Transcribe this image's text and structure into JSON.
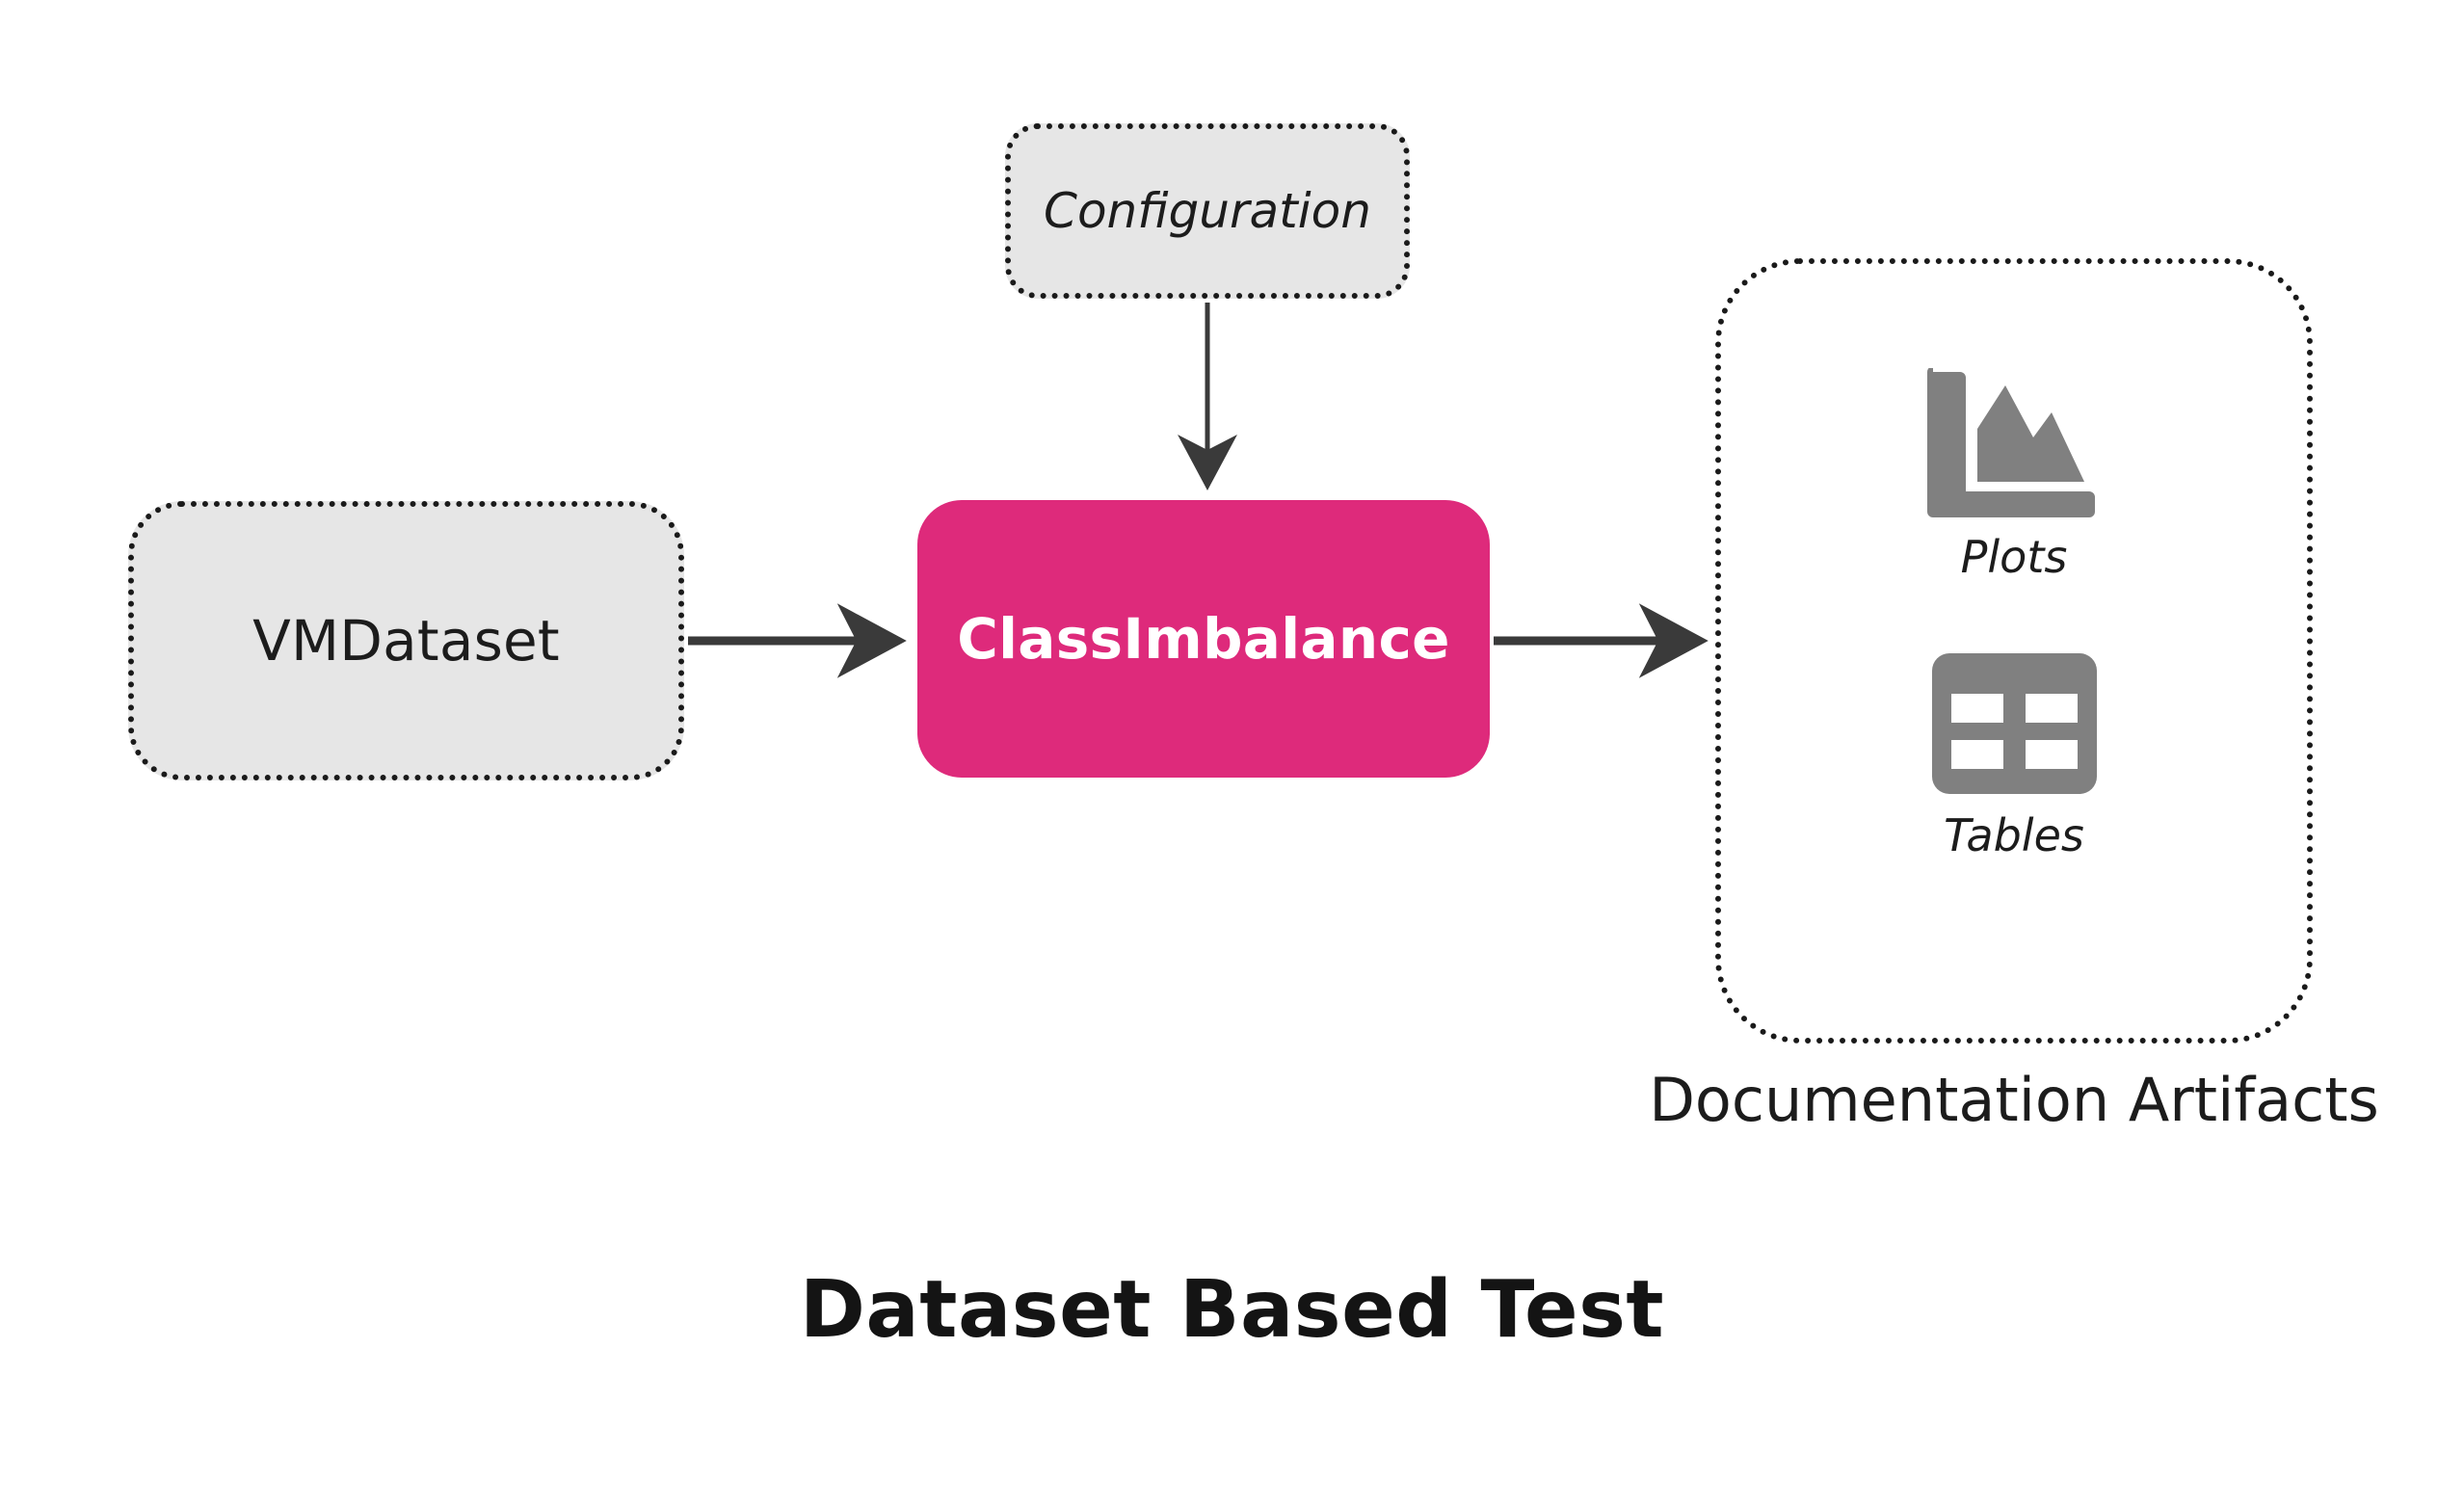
{
  "diagram": {
    "title": "Dataset Based Test",
    "type": "flow-diagram",
    "background_color": "#ffffff"
  },
  "nodes": {
    "input": {
      "label": "VMDataset",
      "style": "dotted-gray",
      "fill_color": "#e6e6e6",
      "border_color": "#1a1a1a",
      "text_color": "#1c1c1c"
    },
    "configuration": {
      "label": "Configuration",
      "style": "dotted-gray-italic",
      "fill_color": "#e6e6e6",
      "border_color": "#1a1a1a",
      "text_color": "#1c1c1c"
    },
    "test": {
      "label": "ClassImbalance",
      "style": "solid-accent",
      "fill_color": "#de2a7b",
      "text_color": "#ffffff"
    }
  },
  "artifacts": {
    "caption": "Documentation Artifacts",
    "border_color": "#1a1a1a",
    "icon_color": "#808080",
    "items": [
      {
        "label": "Plots",
        "icon": "chart-area-icon"
      },
      {
        "label": "Tables",
        "icon": "table-grid-icon"
      }
    ]
  },
  "arrows": {
    "color": "#3a3a3a",
    "items": [
      {
        "name": "vmdataset-to-classimbalance",
        "from": "VMDataset",
        "to": "ClassImbalance",
        "direction": "right"
      },
      {
        "name": "configuration-to-classimbalance",
        "from": "Configuration",
        "to": "ClassImbalance",
        "direction": "down"
      },
      {
        "name": "classimbalance-to-artifacts",
        "from": "ClassImbalance",
        "to": "Documentation Artifacts",
        "direction": "right"
      }
    ]
  }
}
